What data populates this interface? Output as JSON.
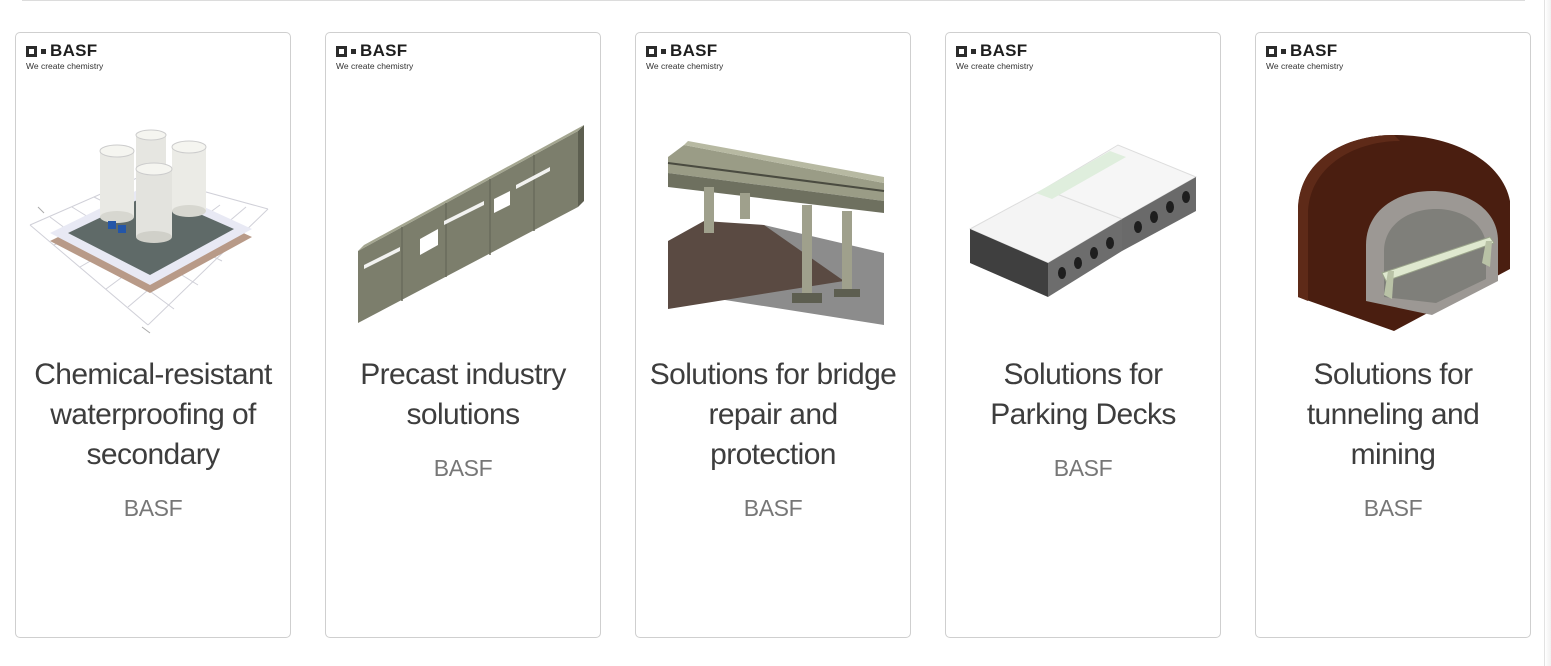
{
  "brand": {
    "logo_word": "BASF",
    "tagline": "We create chemistry"
  },
  "cards": [
    {
      "title": "Chemical-resistant waterproofing of secondary",
      "vendor": "BASF",
      "image": "storage-tanks-containment-image"
    },
    {
      "title": "Precast industry solutions",
      "vendor": "BASF",
      "image": "precast-wall-panel-image"
    },
    {
      "title": "Solutions for bridge repair and protection",
      "vendor": "BASF",
      "image": "bridge-image"
    },
    {
      "title": "Solutions for Parking Decks",
      "vendor": "BASF",
      "image": "parking-deck-slabs-image"
    },
    {
      "title": "Solutions for tunneling and mining",
      "vendor": "BASF",
      "image": "tunnel-section-image"
    }
  ],
  "colors": {
    "border": "#cfcfcf",
    "title_text": "#3d3d3d",
    "vendor_text": "#777777",
    "logo": "#1e1e1e"
  }
}
